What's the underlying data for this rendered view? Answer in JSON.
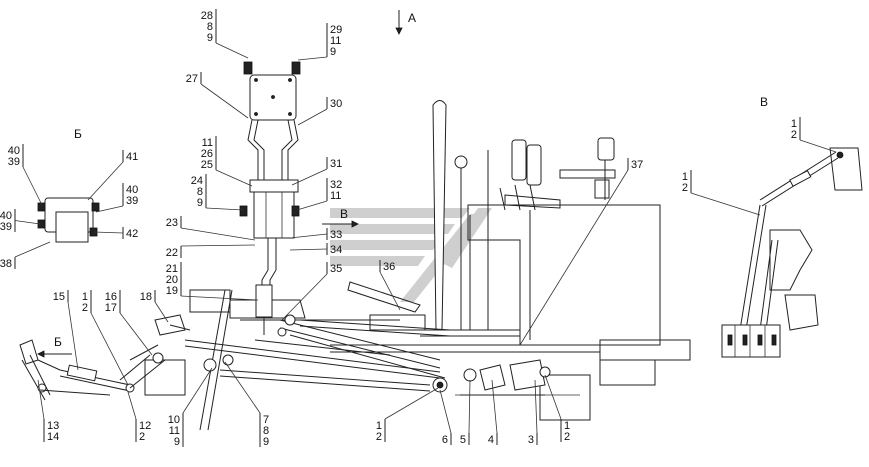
{
  "views": {
    "a": "А",
    "b": "Б",
    "v": "В",
    "b_arrow": "Б",
    "v_arrow": "В"
  },
  "callouts": [
    [
      "28",
      "8",
      "9"
    ],
    [
      "29",
      "11",
      "9"
    ],
    [
      "27"
    ],
    [
      "30"
    ],
    [
      "11",
      "26",
      "25"
    ],
    [
      "31"
    ],
    [
      "24",
      "8",
      "9"
    ],
    [
      "32",
      "11"
    ],
    [
      "23"
    ],
    [
      "33"
    ],
    [
      "22"
    ],
    [
      "34"
    ],
    [
      "21",
      "20",
      "19"
    ],
    [
      "35"
    ],
    [
      "36"
    ],
    [
      "37"
    ],
    [
      "40",
      "39"
    ],
    [
      "41"
    ],
    [
      "40",
      "39"
    ],
    [
      "40",
      "39"
    ],
    [
      "42"
    ],
    [
      "38"
    ],
    [
      "15"
    ],
    [
      "1",
      "2"
    ],
    [
      "16",
      "17"
    ],
    [
      "18"
    ],
    [
      "13",
      "14"
    ],
    [
      "12",
      "2"
    ],
    [
      "10",
      "11",
      "9"
    ],
    [
      "7",
      "8",
      "9"
    ],
    [
      "1",
      "2"
    ],
    [
      "6"
    ],
    [
      "5"
    ],
    [
      "4"
    ],
    [
      "3"
    ],
    [
      "1",
      "2"
    ],
    [
      "1",
      "2"
    ],
    [
      "1",
      "2"
    ]
  ],
  "colors": {
    "line": "#222222",
    "watermark": "#c8c8c8"
  }
}
